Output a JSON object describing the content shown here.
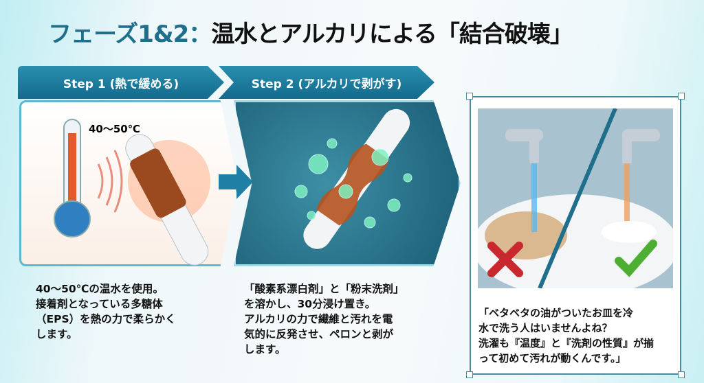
{
  "title": {
    "prefix": "フェーズ1&2：",
    "main": "温水とアルカリによる「結合破壊」"
  },
  "steps": [
    {
      "label": "Step 1 (熱で緩める)",
      "temp_label": "40〜50℃",
      "lines": [
        "40〜50℃の温水を使用。",
        "接着剤となっている多糖体",
        "（EPS）を熱の力で柔らかく",
        "します。"
      ]
    },
    {
      "label": "Step 2 (アルカリで剥がす)",
      "lines": [
        "「酸素系漂白剤」と「粉末洗剤」",
        "を溶かし、30分浸け置き。",
        "アルカリの力で繊維と汚れを電",
        "気的に反発させ、ペロンと剥が",
        "します。"
      ]
    }
  ],
  "quote": {
    "lines": [
      "「ベタベタの油がついたお皿を冷",
      "水で洗う人はいませんよね？",
      "洗濯も『温度』と『洗剤の性質』が揃",
      "って初めて汚れが動くんです。」"
    ]
  },
  "colors": {
    "accent": "#1e6f8c",
    "bad": "#c8282e",
    "good": "#4caf32"
  }
}
